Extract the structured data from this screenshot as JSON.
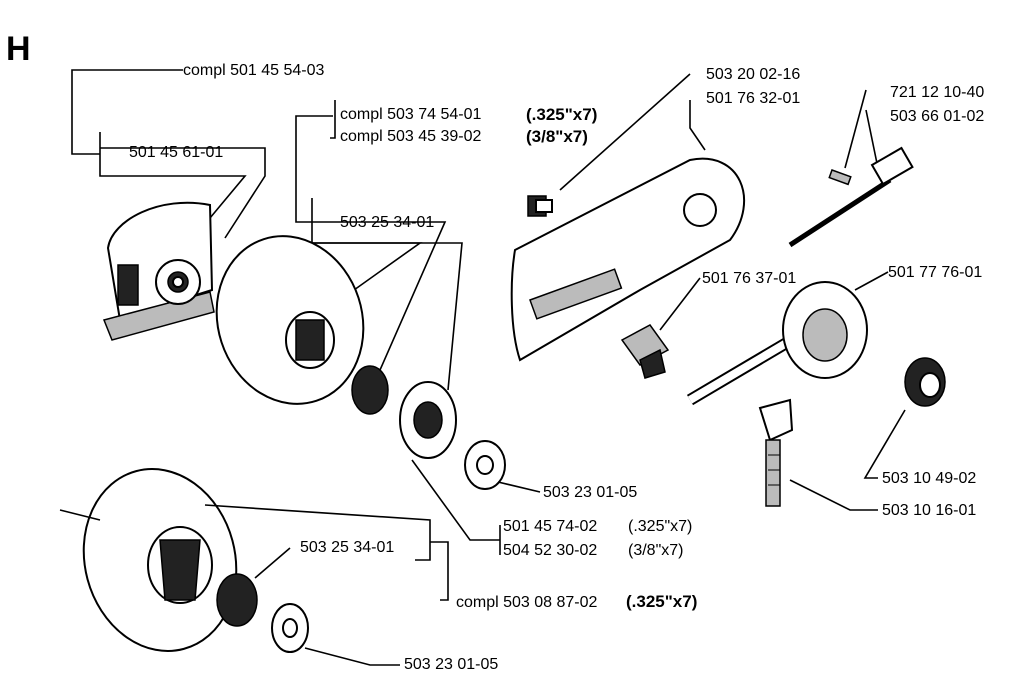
{
  "section": "H",
  "labels": {
    "clutch_compl": "compl 501 45 54-03",
    "shoe": "501 45 61-01",
    "drum_compl_a": "compl 503 74 54-01",
    "drum_compl_b": "compl 503 45 39-02",
    "pitch_325": "(.325\"x7)",
    "pitch_38": "(3/8\"x7)",
    "bearing_top": "503 25 34-01",
    "bolt": "503 20 02-16",
    "plate": "501 76 32-01",
    "pin": "721 12 10-40",
    "worm": "503 66 01-02",
    "guide": "501 76 37-01",
    "pump": "501 77 76-01",
    "washer_top": "503 23 01-05",
    "rim_325": "501 45 74-02",
    "rim_325_spec": "(.325\"x7)",
    "rim_38": "504 52 30-02",
    "rim_38_spec": "(3/8\"x7)",
    "bearing_bottom": "503 25 34-01",
    "drum_compl_c": "compl 503 08 87-02",
    "drum_compl_c_spec": "(.325\"x7)",
    "washer_bottom": "503 23 01-05",
    "gear": "503 10 49-02",
    "fitting": "503 10 16-01"
  }
}
